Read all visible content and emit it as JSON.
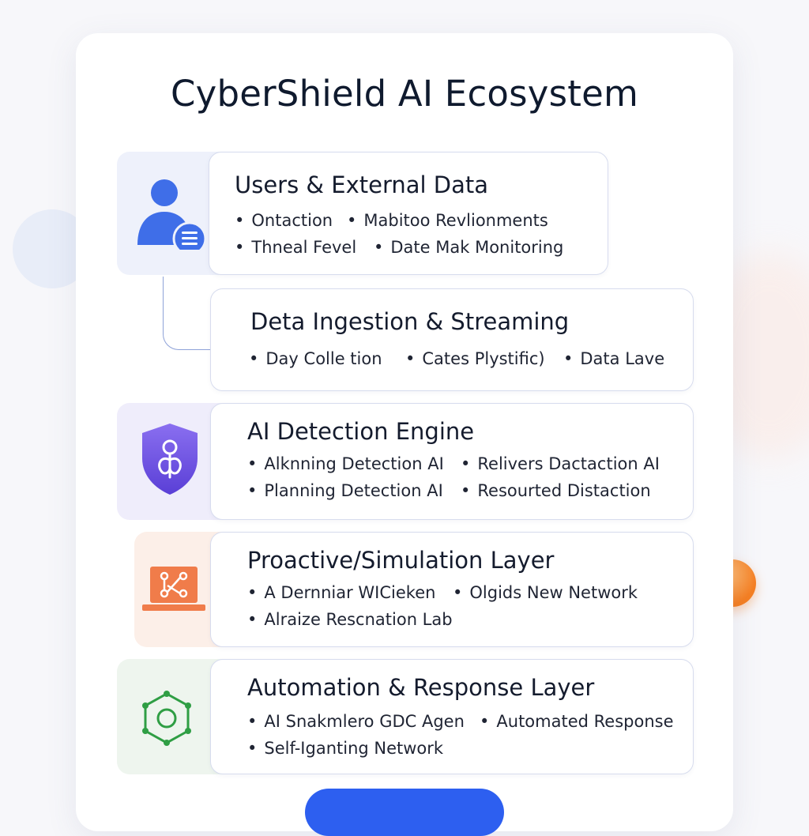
{
  "title": "CyberShield AI Ecosystem",
  "layers": [
    {
      "title": "Users & External Data",
      "bullets": [
        "Ontaction",
        "Mabitoo Revlionments",
        "Thneal Fevel",
        "Date Mak Monitoring"
      ],
      "icon": "user-icon",
      "color": "#3f6ee8"
    },
    {
      "title": "Deta Ingestion & Streaming",
      "bullets": [
        "Day Colle tion",
        "Cates Plystific)",
        "Data Lave"
      ]
    },
    {
      "title": "AI Detection Engine",
      "bullets": [
        "Alknning Detection AI",
        "Relivers Dactaction AI",
        "Planning Detection AI",
        "Resourted Distaction"
      ],
      "icon": "shield-icon",
      "color": "#6d55e0"
    },
    {
      "title": "Proactive/Simulation Layer",
      "bullets": [
        "A Dernniar WICieken",
        "Olgids New Network",
        "Alraize Rescnation Lab"
      ],
      "icon": "simulation-laptop-icon",
      "color": "#f07c4a"
    },
    {
      "title": "Automation & Response Layer",
      "bullets": [
        "AI Snakmlero GDC Agen",
        "Automated Response",
        "Self-Iganting Network"
      ],
      "icon": "hexagon-network-icon",
      "color": "#2f9e44"
    }
  ],
  "colors": {
    "accent": "#2d5ff0",
    "bubble_blue": "#4ea5f5",
    "bubble_orange": "#f78a2e"
  }
}
